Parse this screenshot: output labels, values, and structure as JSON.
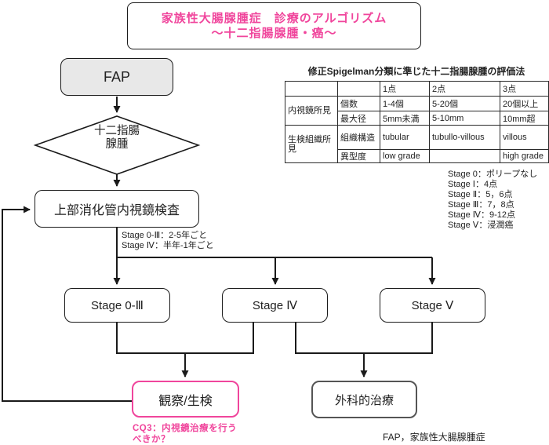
{
  "title": {
    "line1": "家族性大腸腺腫症　診療のアルゴリズム",
    "line2": "～十二指腸腺腫・癌～"
  },
  "nodes": {
    "fap": "FAP",
    "duodenal_adenoma_line1": "十二指腸",
    "duodenal_adenoma_line2": "腺腫",
    "endoscopy": "上部消化管内視鏡検査",
    "stage_0_3": "Stage 0-Ⅲ",
    "stage_4": "Stage Ⅳ",
    "stage_5": "Stage Ⅴ",
    "observation_biopsy": "観察/生検",
    "surgery": "外科的治療"
  },
  "notes": {
    "interval_line1": "Stage 0-Ⅲ：2-5年ごと",
    "interval_line2": "Stage Ⅳ：半年-1年ごと",
    "cq3_line1": "CQ3：内視鏡治療を行う",
    "cq3_line2": "べきか？",
    "footnote": "FAP，家族性大腸腺腫症"
  },
  "table": {
    "title": "修正Spigelman分類に準じた十二指腸腺腫の評価法",
    "headers": [
      "",
      "",
      "1点",
      "2点",
      "3点"
    ],
    "row_groups": [
      {
        "label": "内視鏡所見",
        "rows": [
          {
            "label": "個数",
            "cells": [
              "1-4個",
              "5-20個",
              "20個以上"
            ]
          },
          {
            "label": "最大径",
            "cells": [
              "5mm未満",
              "5-10mm",
              "10mm超"
            ]
          }
        ]
      },
      {
        "label": "生検組織所見",
        "rows": [
          {
            "label": "組織構造",
            "cells": [
              "tubular",
              "tubullo-villous",
              "villous"
            ]
          },
          {
            "label": "異型度",
            "cells": [
              "low grade",
              "",
              "high grade"
            ]
          }
        ]
      }
    ]
  },
  "stage_legend": [
    "Stage 0：ポリープなし",
    "Stage Ⅰ：4点",
    "Stage Ⅱ：5，6点",
    "Stage Ⅲ：7，8点",
    "Stage Ⅳ：9-12点",
    "Stage Ⅴ：浸潤癌"
  ],
  "colors": {
    "accent_pink": "#f0459c",
    "box_fill_gray": "#e8e8e8",
    "line_black": "#1a1a1a",
    "surgery_border_gray": "#555555"
  }
}
